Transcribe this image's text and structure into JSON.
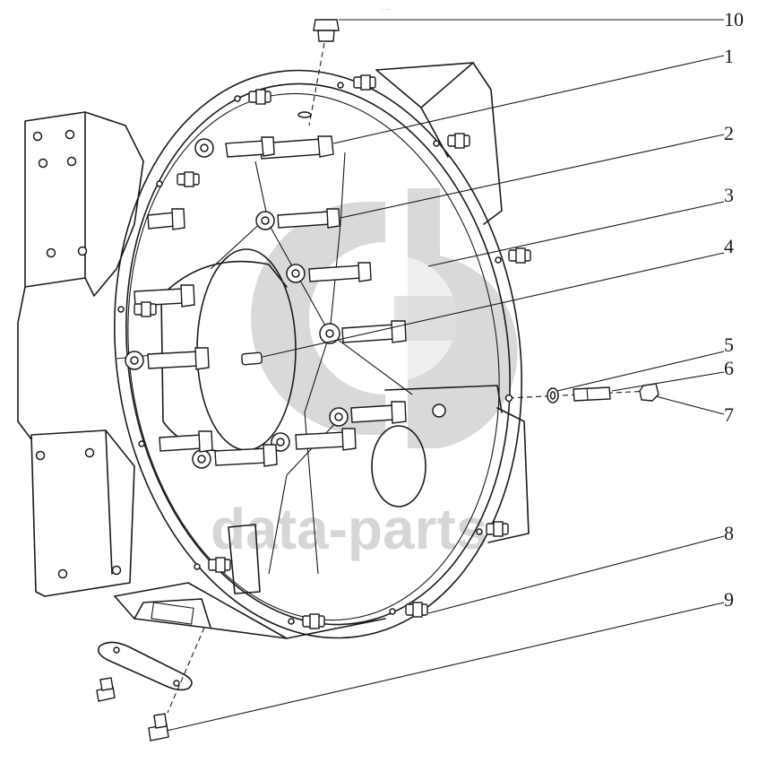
{
  "watermark": {
    "text": "data-parts",
    "color": "#d6d6d6"
  },
  "header_mark": "·· ···",
  "callouts": [
    {
      "id": "1",
      "label": "1"
    },
    {
      "id": "2",
      "label": "2"
    },
    {
      "id": "3",
      "label": "3"
    },
    {
      "id": "4",
      "label": "4"
    },
    {
      "id": "5",
      "label": "5"
    },
    {
      "id": "6",
      "label": "6"
    },
    {
      "id": "7",
      "label": "7"
    },
    {
      "id": "8",
      "label": "8"
    },
    {
      "id": "9",
      "label": "9"
    },
    {
      "id": "10",
      "label": "10"
    }
  ]
}
